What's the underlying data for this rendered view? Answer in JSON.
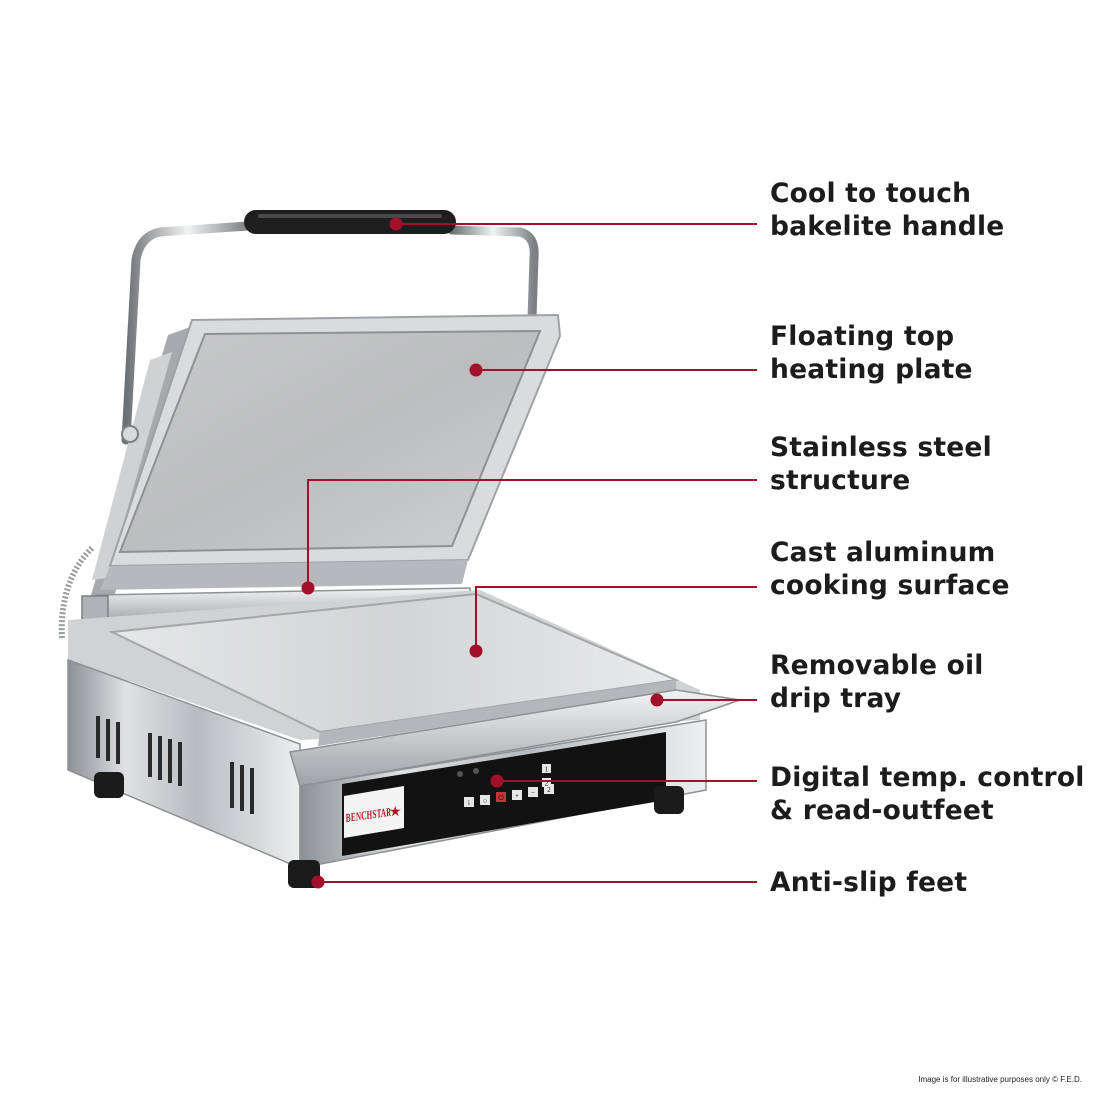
{
  "accent_color": "#a3102a",
  "brand": {
    "text": "BENCHSTAR",
    "color": "#b3121f"
  },
  "callouts": [
    {
      "id": "handle",
      "lines": [
        "Cool to touch",
        "bakelite handle"
      ]
    },
    {
      "id": "top-plate",
      "lines": [
        "Floating top",
        "heating plate"
      ]
    },
    {
      "id": "structure",
      "lines": [
        "Stainless steel",
        "structure"
      ]
    },
    {
      "id": "cooking-surface",
      "lines": [
        "Cast aluminum",
        "cooking surface"
      ]
    },
    {
      "id": "drip-tray",
      "lines": [
        "Removable oil",
        "drip tray"
      ]
    },
    {
      "id": "digital-control",
      "lines": [
        "Digital temp. control",
        "& read-outfeet"
      ]
    },
    {
      "id": "feet",
      "lines": [
        "Anti-slip feet"
      ]
    }
  ],
  "control_panel": {
    "buttons": [
      "i",
      "○",
      "⏻",
      "+",
      "−",
      "2"
    ],
    "zone_labels": [
      "1",
      "2"
    ]
  },
  "disclaimer": "Image is for illustrative purposes only  © F.E.D."
}
